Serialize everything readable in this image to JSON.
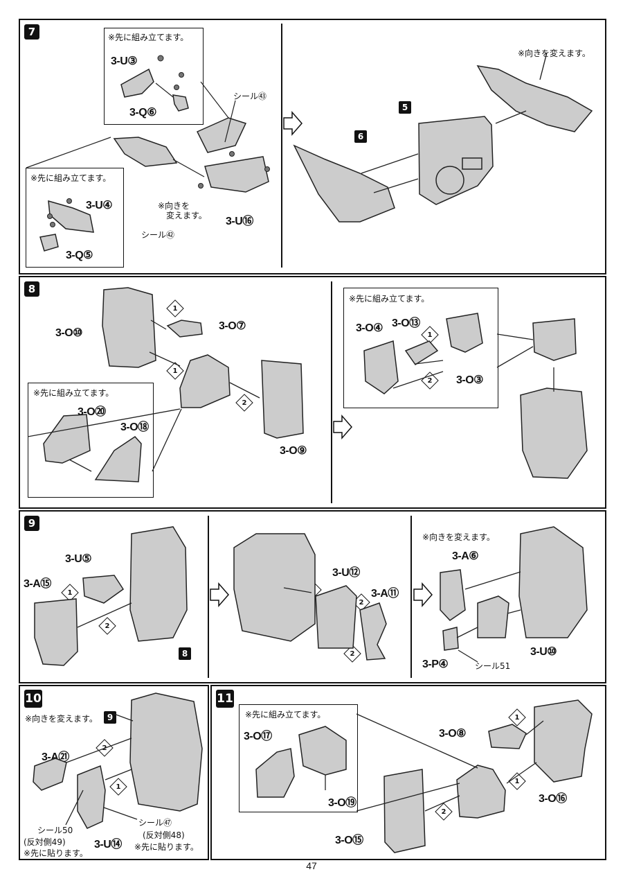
{
  "page_number": "47",
  "notes": {
    "pre_assemble": "※先に組み立てます。",
    "change_direction": "※向きを変えます。",
    "change_direction_l1": "※向きを",
    "change_direction_l2": "変えます。",
    "pre_apply": "※先に貼ります。"
  },
  "step7": {
    "number": "7",
    "parts": {
      "u3": "3-U③",
      "q6": "3-Q⑥",
      "u4": "3-U④",
      "q5": "3-Q⑤",
      "u16": "3-U⑯"
    },
    "seals": {
      "s43": "シール㊸",
      "s42": "シール㊷"
    },
    "refs": {
      "r5": "5",
      "r6": "6"
    }
  },
  "step8": {
    "number": "8",
    "parts": {
      "o10": "3-O⑩",
      "o7": "3-O⑦",
      "o20": "3-O⑳",
      "o18": "3-O⑱",
      "o9": "3-O⑨",
      "o4": "3-O④",
      "o13": "3-O⑬",
      "o3": "3-O③"
    },
    "orders": {
      "one": "1",
      "two": "2"
    }
  },
  "step9": {
    "number": "9",
    "parts": {
      "u5": "3-U⑤",
      "a15": "3-A⑮",
      "u12": "3-U⑫",
      "a11": "3-A⑪",
      "a6": "3-A⑥",
      "u10": "3-U⑩",
      "p4": "3-P④"
    },
    "seals": {
      "s51": "シール51"
    },
    "refs": {
      "r8": "8"
    }
  },
  "step10": {
    "number": "10",
    "parts": {
      "a21": "3-A㉑",
      "u14": "3-U⑭"
    },
    "seals": {
      "s50": "シール50",
      "s50_opp": "(反対側49)",
      "s47": "シール㊼",
      "s47_opp": "(反対側48)"
    },
    "refs": {
      "r9": "9"
    }
  },
  "step11": {
    "number": "11",
    "parts": {
      "o17": "3-O⑰",
      "o19": "3-O⑲",
      "o8": "3-O⑧",
      "o16": "3-O⑯",
      "o15": "3-O⑮"
    }
  }
}
